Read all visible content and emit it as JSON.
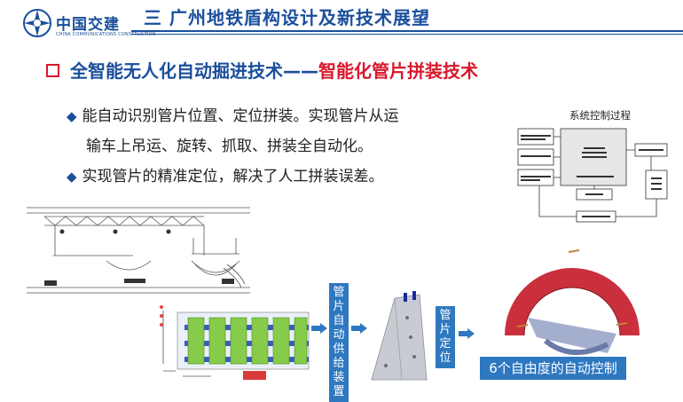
{
  "header": {
    "logo_cn": "中国交建",
    "logo_en": "CHINA COMMUNICATIONS CONSTRUCTION",
    "title": "三  广州地铁盾构设计及新技术展望"
  },
  "section": {
    "title_main": "全智能无人化自动掘进技术——",
    "title_highlight": "智能化管片拼装技术"
  },
  "bullets": [
    {
      "line1": "能自动识别管片位置、定位拼装。实现管片从运",
      "line2": "输车上吊运、旋转、抓取、拼装全自动化。"
    },
    {
      "line1": "实现管片的精准定位，解决了人工拼装误差。"
    }
  ],
  "control_diagram": {
    "title": "系统控制过程"
  },
  "labels": {
    "supply": "管片自动供给装置",
    "position": "管片定位",
    "dof": "6个自由度的自动控制"
  },
  "colors": {
    "brand_blue": "#1a4f9c",
    "accent_red": "#d9182d",
    "label_blue": "#2e78c0"
  }
}
